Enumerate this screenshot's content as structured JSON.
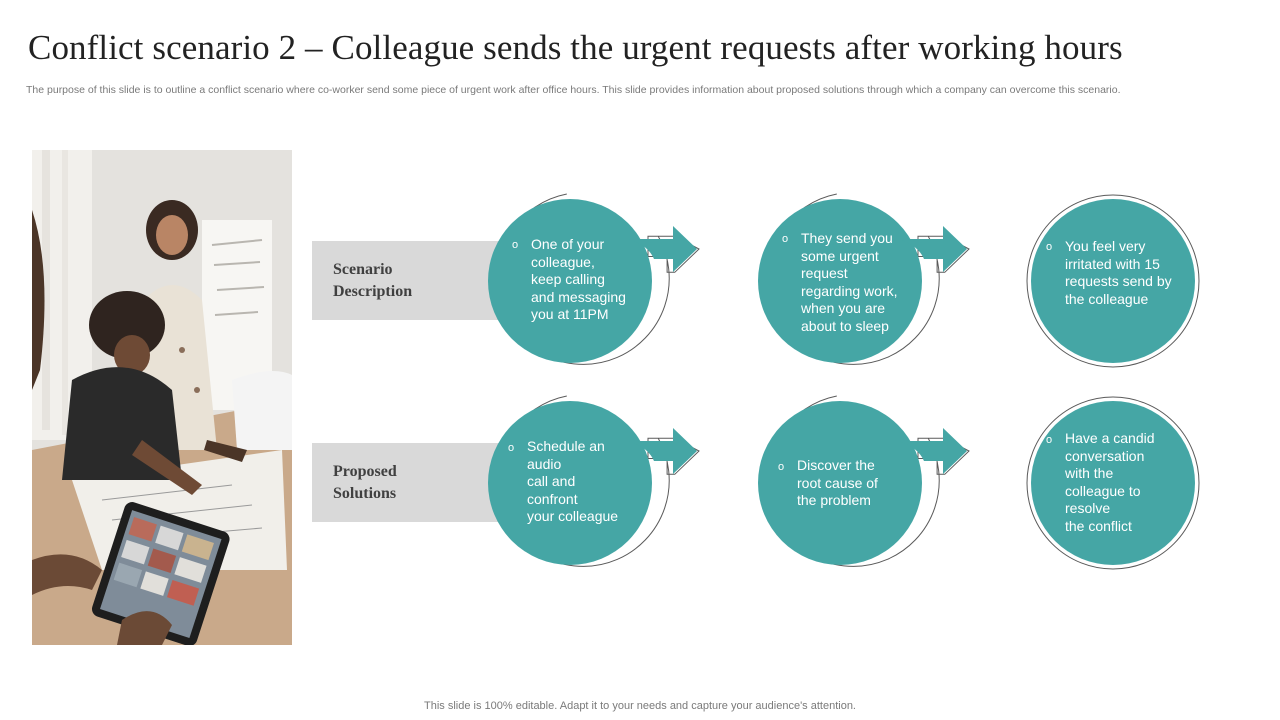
{
  "header": {
    "title": "Conflict scenario 2 – Colleague sends the urgent requests after working hours",
    "subtitle": "The purpose of this slide is to outline a conflict scenario where co-worker send some piece of urgent work after office hours. This slide provides information about proposed solutions through which a company can overcome this scenario."
  },
  "rows": {
    "scenario": {
      "label": "Scenario\nDescription"
    },
    "solutions": {
      "label": "Proposed\nSolutions"
    }
  },
  "scenario_items": [
    {
      "text": "One of your\ncolleague,\nkeep calling\nand messaging\nyou at 11PM"
    },
    {
      "text": "They send you\nsome urgent\nrequest\nregarding work,\nwhen you are\nabout to sleep"
    },
    {
      "text": "You feel very\nirritated with 15\nrequests send by\nthe colleague"
    }
  ],
  "solution_items": [
    {
      "text": "Schedule an\naudio\ncall and\nconfront\nyour colleague"
    },
    {
      "text": "Discover the\nroot cause of\nthe problem"
    },
    {
      "text": "Have a candid\nconversation\nwith the\ncolleague to\nresolve\nthe conflict"
    }
  ],
  "bullet_glyph": "o",
  "colors": {
    "teal": "#45a6a5",
    "label_bg": "#d9d9d9"
  },
  "footer": {
    "text": "This slide is 100% editable. Adapt it to your needs and capture your audience's attention."
  }
}
